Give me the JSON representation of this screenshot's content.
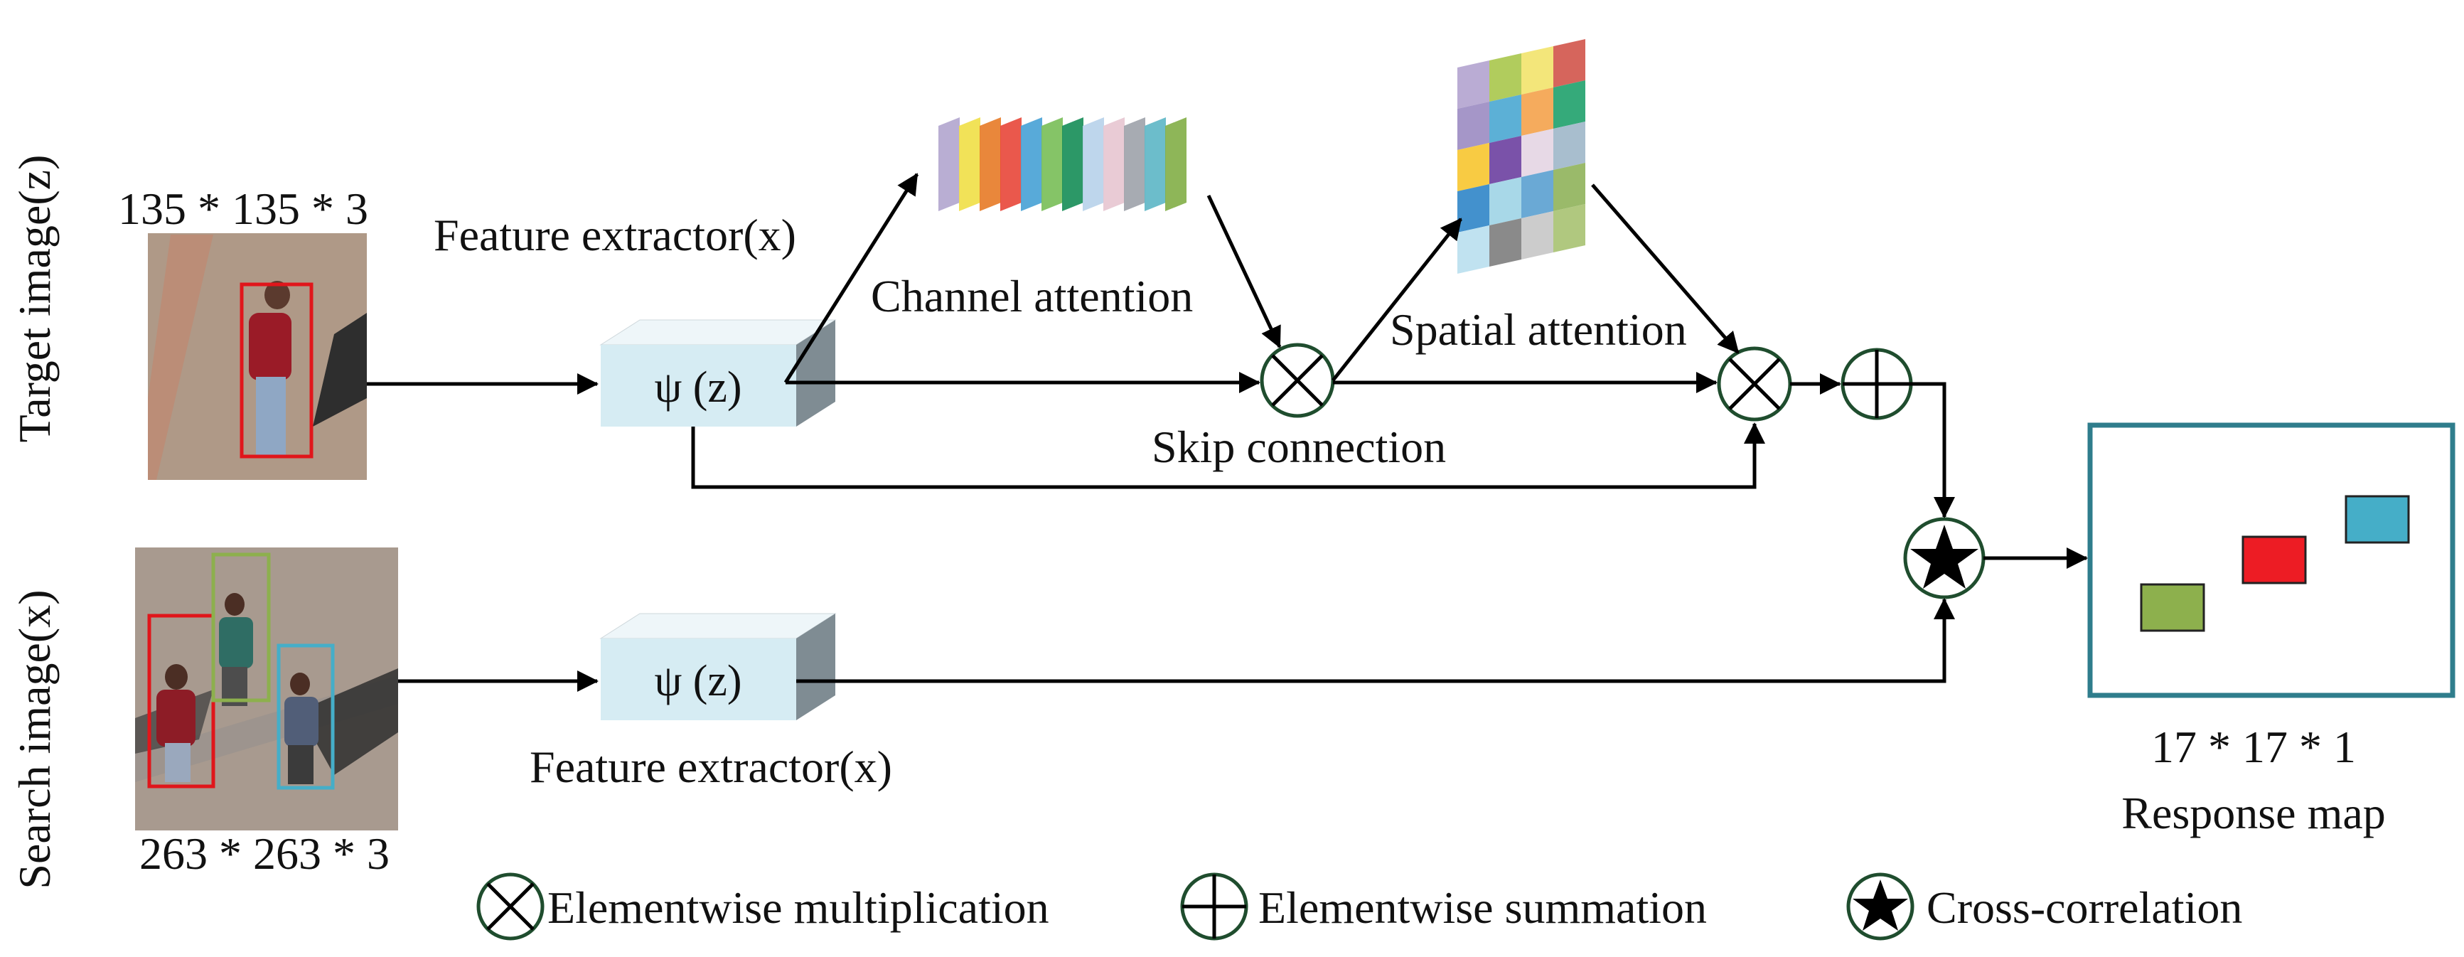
{
  "labels": {
    "target_image_side": "Target image(z)",
    "search_image_side": "Search image(x)",
    "target_size": "135 * 135 * 3",
    "search_size": "263 * 263 * 3",
    "feature_extractor_top": "Feature extractor(x)",
    "feature_extractor_bottom": "Feature extractor(x)",
    "psi_top": "ψ (z)",
    "psi_bottom": "ψ (z)",
    "channel_attention": "Channel attention",
    "spatial_attention": "Spatial attention",
    "skip_connection": "Skip connection",
    "response_size": "17 * 17 * 1",
    "response_map": "Response map"
  },
  "legend": [
    {
      "icon": "elementwise-multiplication-icon",
      "label": "Elementwise multiplication"
    },
    {
      "icon": "elementwise-summation-icon",
      "label": "Elementwise summation"
    },
    {
      "icon": "cross-correlation-icon",
      "label": "Cross-correlation"
    }
  ],
  "colors": {
    "block_face": "#d6ecf3",
    "block_side": "#7f8c93",
    "response_border": "#2f7d8c",
    "operator_stroke": "#1f4d2e",
    "box_red": "#e0161b",
    "box_green": "#8db04d",
    "box_blue": "#45aec8",
    "channel_stripes": [
      "#b3a7cf",
      "#f0e04a",
      "#e77d2a",
      "#e84a3d",
      "#4aa3d6",
      "#7bbf5a",
      "#1a8f5a",
      "#b9d3ea",
      "#e7c7d1",
      "#9fa4ab",
      "#5fb7c7",
      "#84b04a"
    ],
    "spatial_cells": [
      [
        "#b2a3cf",
        "#a9c74b",
        "#f2e36b",
        "#d2544a"
      ],
      [
        "#9b8bc2",
        "#4aa7d2",
        "#f4a24b",
        "#1fa16b"
      ],
      [
        "#f7c52f",
        "#6b3fa0",
        "#e4d5e3",
        "#9eb7c9"
      ],
      [
        "#2f85c8",
        "#9ed4e6",
        "#5aa0d0",
        "#8fb35a"
      ],
      [
        "#b9dfee",
        "#7d7d7d",
        "#c7c7c7",
        "#a7c271"
      ]
    ]
  }
}
